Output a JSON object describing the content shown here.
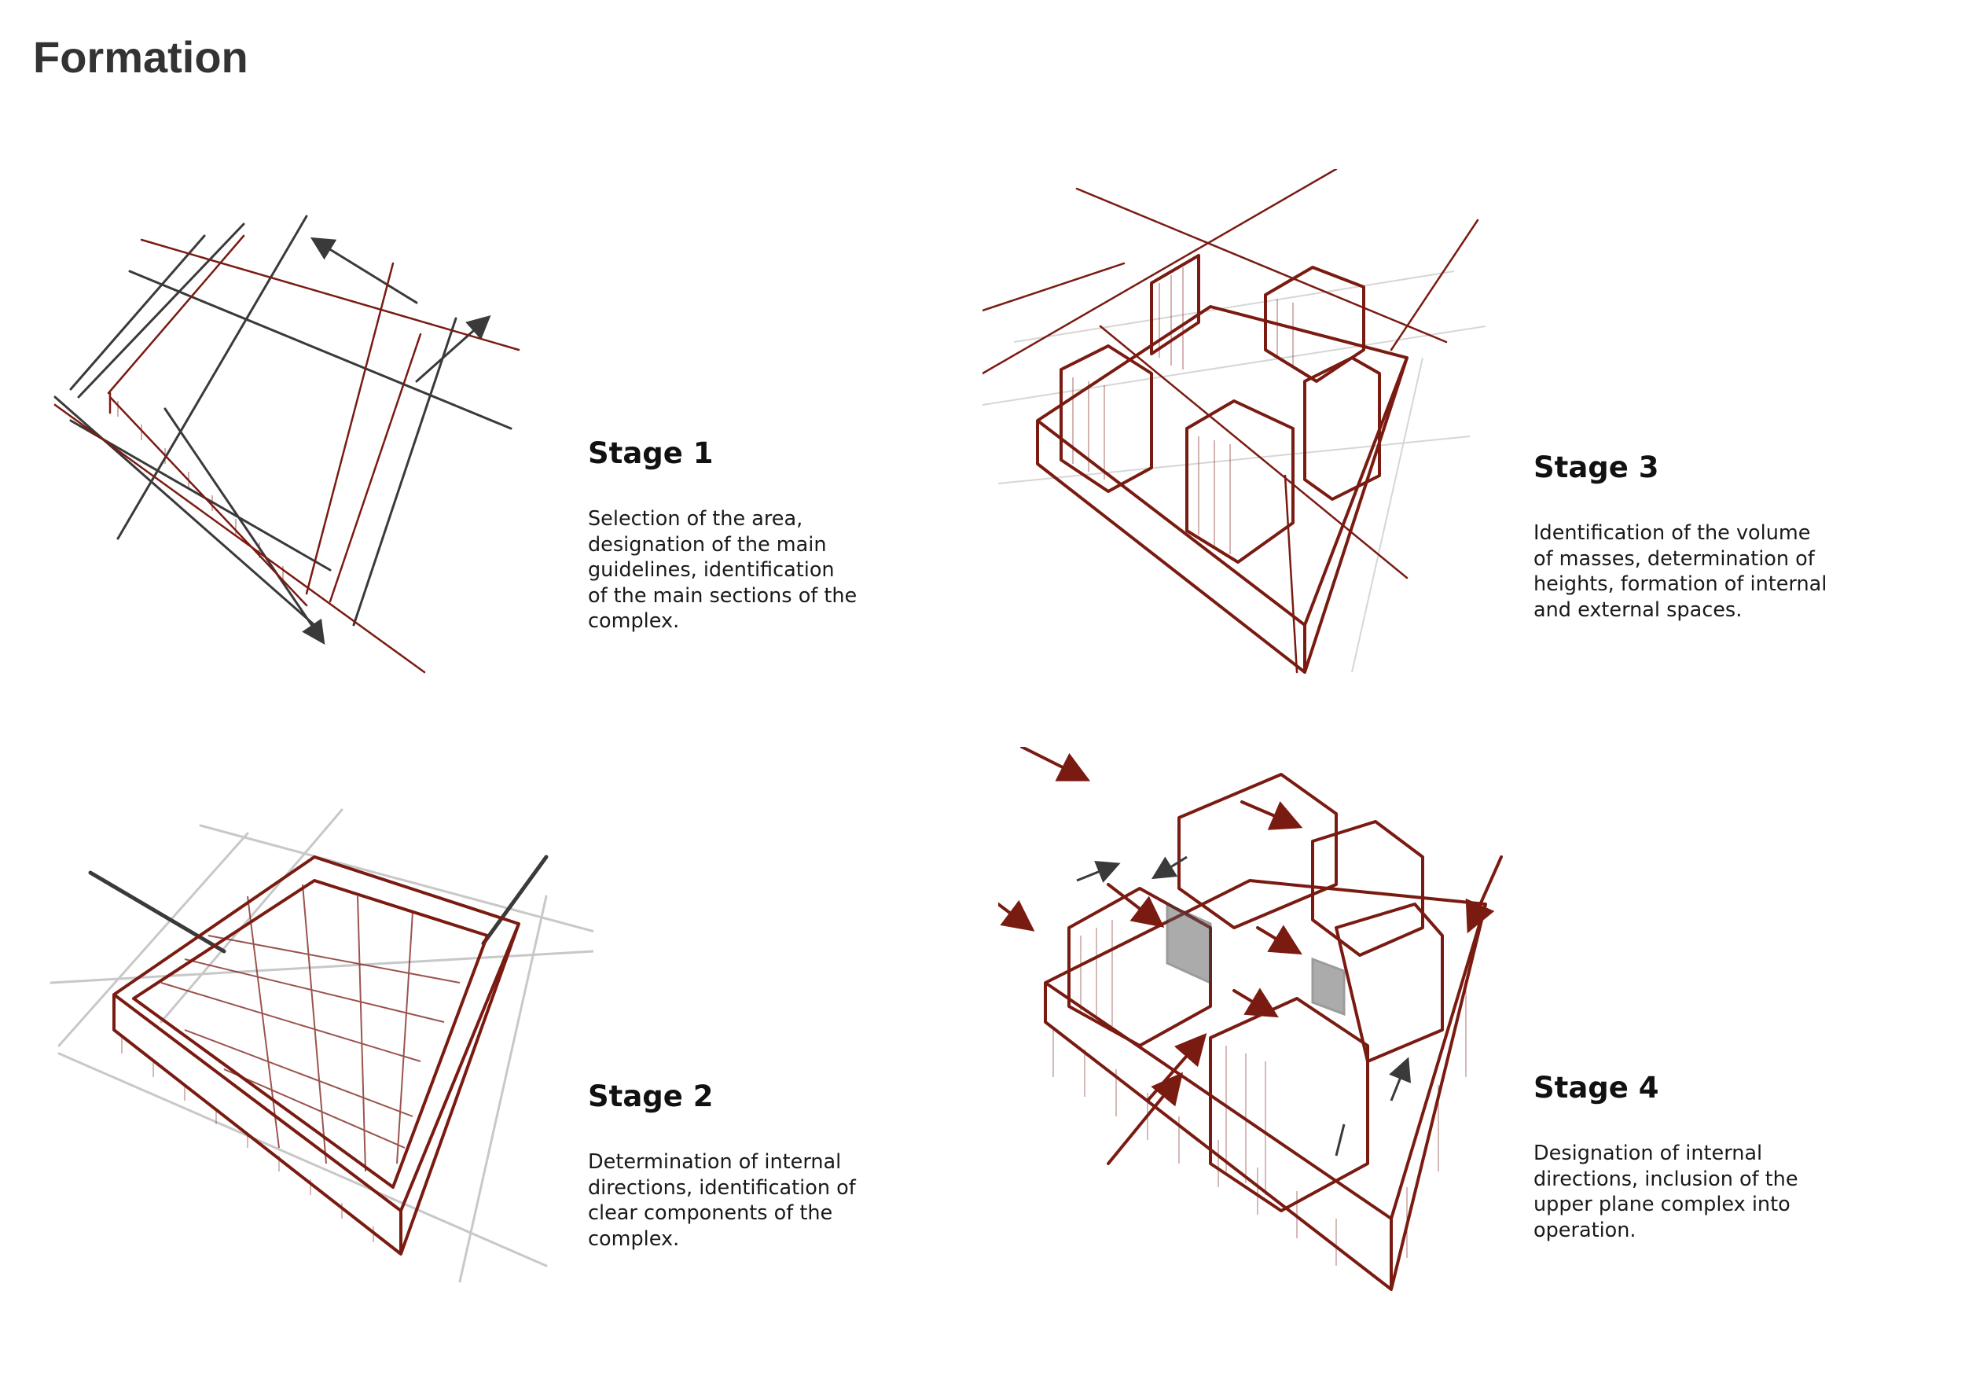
{
  "title": "Formation",
  "colors": {
    "accent": "#7a1b12",
    "ink": "#3a3a3a",
    "light": "#c8c8c8"
  },
  "stages": [
    {
      "title": "Stage 1",
      "lines": [
        "Selection of the area,",
        "designation of the main",
        "guidelines, identification",
        "of the main sections of the",
        "complex."
      ]
    },
    {
      "title": "Stage 2",
      "lines": [
        "Determination of internal",
        "directions, identification of",
        "clear components of the",
        "complex."
      ]
    },
    {
      "title": "Stage 3",
      "lines": [
        "Identification of the volume",
        "of masses, determination of",
        "heights, formation of internal",
        "and external spaces."
      ]
    },
    {
      "title": "Stage 4",
      "lines": [
        "Designation of internal",
        "directions, inclusion of the",
        "upper plane complex into",
        "operation."
      ]
    }
  ]
}
